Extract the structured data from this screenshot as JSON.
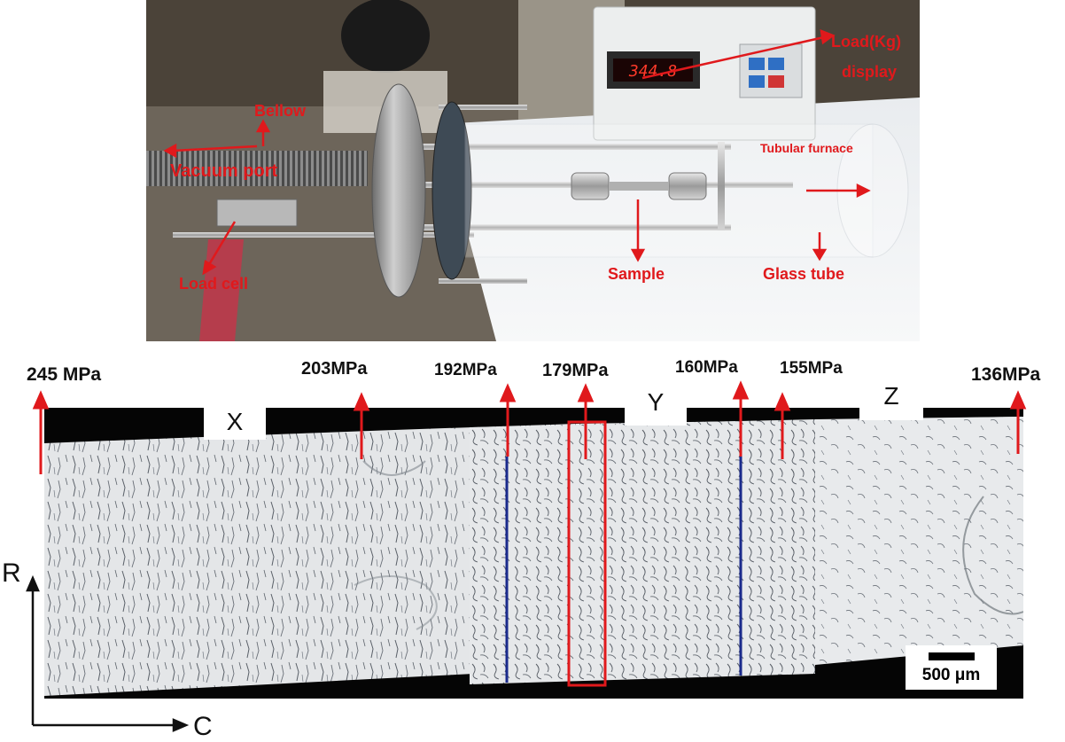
{
  "photo": {
    "display_reading": "344.8",
    "labels": {
      "load_display": "Load(Kg)\ndisplay",
      "load_display_line1": "Load(Kg)",
      "load_display_line2": "display",
      "bellow": "Bellow",
      "vacuum_port": "Vacuum port",
      "tubular_furnace": "Tubular furnace",
      "load_cell": "Load cell",
      "sample": "Sample",
      "glass_tube": "Glass tube"
    }
  },
  "micrograph": {
    "stress_labels": [
      "245 MPa",
      "203MPa",
      "192MPa",
      "179MPa",
      "160MPa",
      "155MPa",
      "136MPa"
    ],
    "zones": [
      "X",
      "Y",
      "Z"
    ],
    "scale_bar": "500 μm",
    "axes": {
      "vertical": "R",
      "horizontal": "C"
    }
  },
  "colors": {
    "annotation_red": "#e0191c",
    "marker_blue": "#1a2a8c",
    "text_dark": "#111111"
  }
}
